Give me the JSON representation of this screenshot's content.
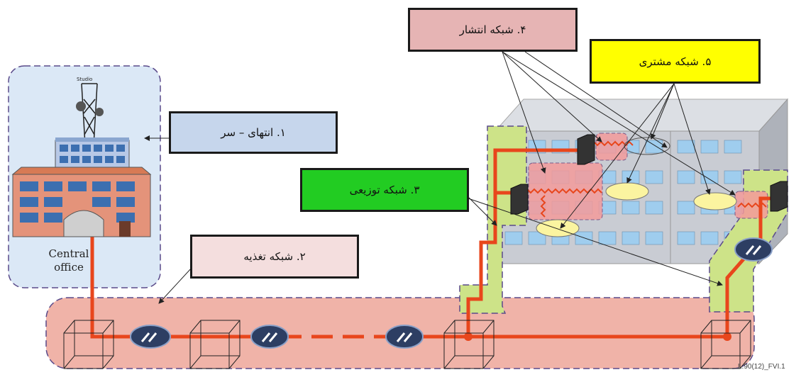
{
  "labels": {
    "head_end": "۱. انتهای – سر",
    "feeder_network": "۲. شبکه تغذیه",
    "distribution_network": "۳. شبکه توزیعی",
    "dissemination_network": "۴. شبکه انتشار",
    "customer_network": "۵. شبکه مشتری"
  },
  "central_office": {
    "line1": "Central",
    "line2": "office",
    "tower_sign": "Studio"
  },
  "figure_id": "L.90(12)_FVI.1",
  "colors": {
    "fiber": "#e8461c",
    "feeder_zone": "#f0b3a8",
    "distribution_zone": "#cde388",
    "head_end_zone": "#dbe8f6",
    "building": "#c9ccd3",
    "window": "#9fcdee",
    "customer_ellipse": "#fbf4a0",
    "splitter": "#2d3e63"
  }
}
